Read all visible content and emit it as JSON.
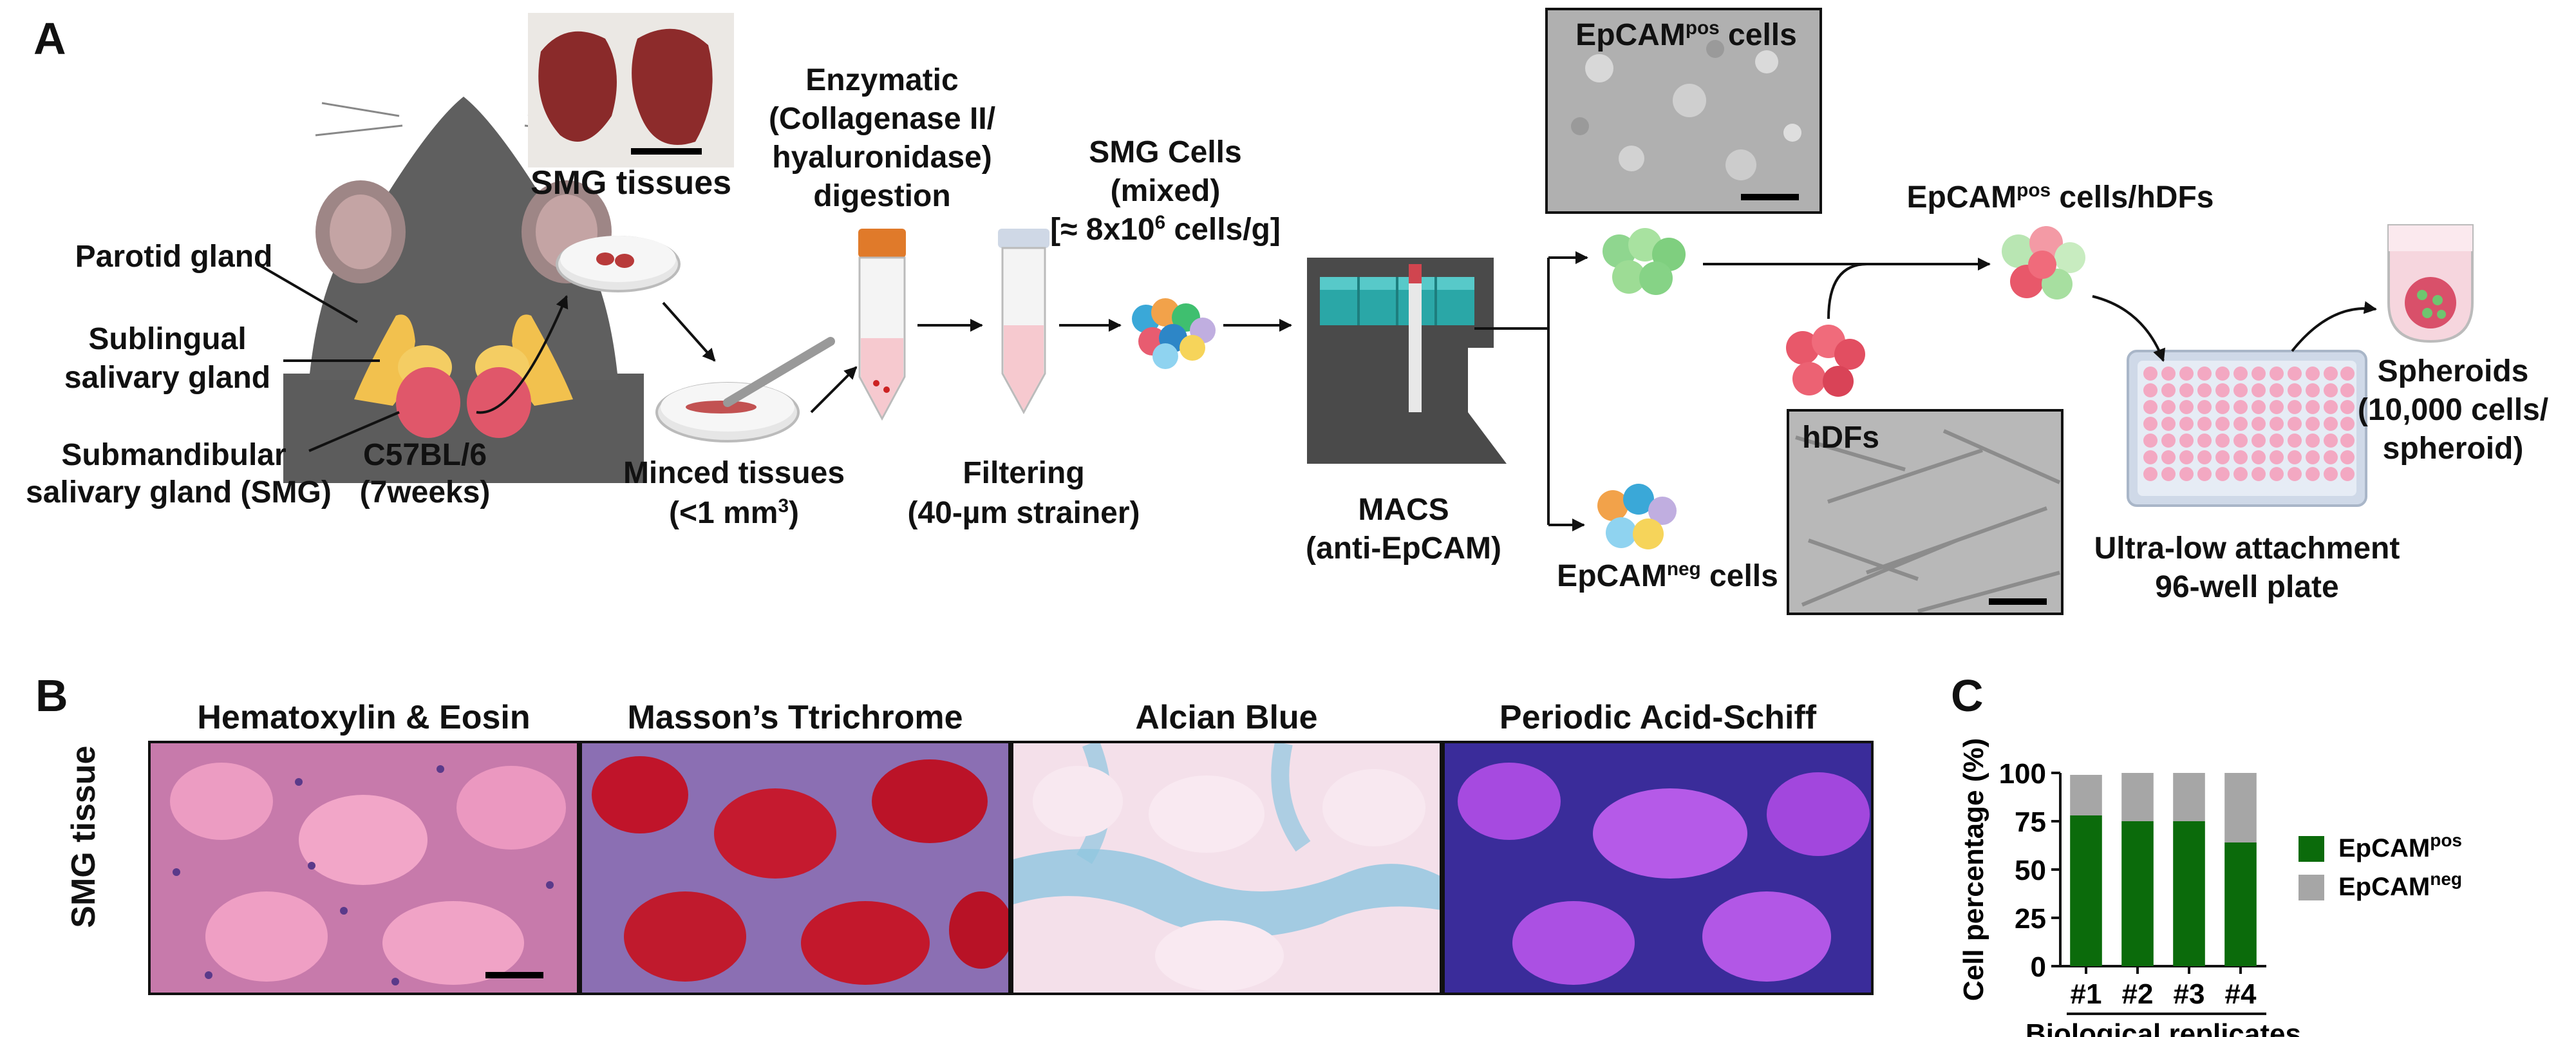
{
  "panelA": {
    "letter": "A",
    "smg_tissues": "SMG tissues",
    "parotid": "Parotid gland",
    "sublingual_1": "Sublingual",
    "sublingual_2": "salivary gland",
    "submandibular_1": "Submandibular",
    "submandibular_2": "salivary gland (SMG)",
    "strain_1": "C57BL/6",
    "strain_2": "(7weeks)",
    "minced_1": "Minced tissues",
    "minced_2": "(<1 mm",
    "minced_sup": "3",
    "minced_3": ")",
    "enzymatic_1": "Enzymatic",
    "enzymatic_2": "(Collagenase II/",
    "enzymatic_3": "hyaluronidase)",
    "enzymatic_4": "digestion",
    "filtering_1": "Filtering",
    "filtering_2": "(40-µm strainer)",
    "smgcells_1": "SMG Cells",
    "smgcells_2": "(mixed)",
    "smgcells_3a": "[≈ 8x10",
    "smgcells_sup": "6",
    "smgcells_3b": " cells/g]",
    "macs_1": "MACS",
    "macs_2": "(anti-EpCAM)",
    "epcam_base": "EpCAM",
    "pos": "pos",
    "neg": "neg",
    "cells_suffix": " cells",
    "cells_hdfs_suffix": " cells/hDFs",
    "hdfs": "hDFs",
    "ula_1": "Ultra-low attachment",
    "ula_2": "96-well plate",
    "spheroids_1": "Spheroids",
    "spheroids_2": "(10,000 cells/",
    "spheroids_3": "spheroid)"
  },
  "panelB": {
    "letter": "B",
    "side_label": "SMG tissue",
    "stains": [
      "Hematoxylin & Eosin",
      "Masson’s Ttrichrome",
      "Alcian Blue",
      "Periodic Acid-Schiff"
    ]
  },
  "colors": {
    "epcam_pos": "#0b6b0b",
    "epcam_neg": "#a6a6a6",
    "he_bg": "#d98cb8",
    "mt_bg": "#c0142a",
    "ab_bg": "#f3dde9",
    "pas_bg": "#8a2bd6"
  },
  "panelC": {
    "letter": "C"
  },
  "chart_data": {
    "type": "bar",
    "stacked": true,
    "categories": [
      "#1",
      "#2",
      "#3",
      "#4"
    ],
    "series": [
      {
        "name": "EpCAM pos",
        "values": [
          78,
          75,
          75,
          64
        ]
      },
      {
        "name": "EpCAM neg",
        "values": [
          21,
          25,
          25,
          36
        ]
      }
    ],
    "xlabel": "Biological replicates",
    "ylabel": "Cell percentage (%)",
    "ylim": [
      0,
      100
    ],
    "yticks": [
      0,
      25,
      50,
      75,
      100
    ],
    "legend": "right",
    "grid": false
  }
}
